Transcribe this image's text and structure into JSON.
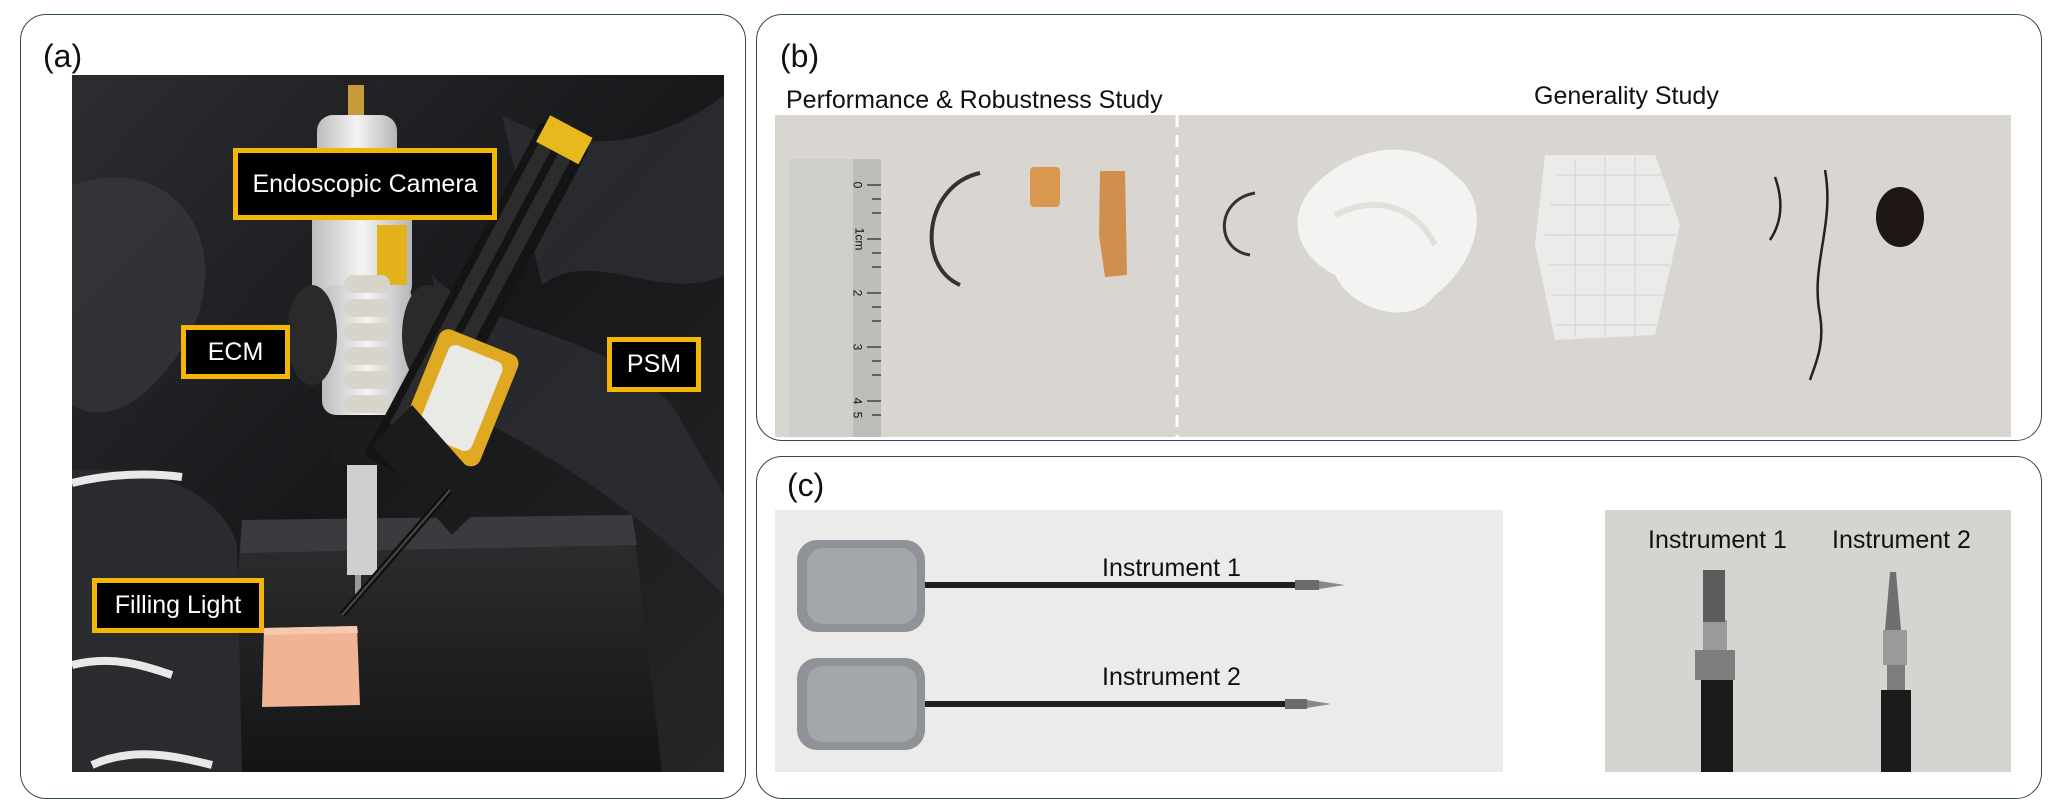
{
  "panels": {
    "a": {
      "label": "(a)"
    },
    "b": {
      "label": "(b)"
    },
    "c": {
      "label": "(c)"
    }
  },
  "panel_a": {
    "boxes": {
      "camera": "Endoscopic Camera",
      "ecm": "ECM",
      "psm": "PSM",
      "light": "Filling Light"
    }
  },
  "panel_b": {
    "headers": {
      "left": "Performance & Robustness Study",
      "right": "Generality Study"
    },
    "ruler_ticks": [
      "0",
      "1cm",
      "2",
      "3",
      "4",
      "5"
    ]
  },
  "panel_c": {
    "left_labels": {
      "inst1": "Instrument 1",
      "inst2": "Instrument 2"
    },
    "right_labels": {
      "inst1": "Instrument 1",
      "inst2": "Instrument 2"
    }
  },
  "colors": {
    "box_border": "#f2b705",
    "panel_border": "#2e4a5c"
  }
}
